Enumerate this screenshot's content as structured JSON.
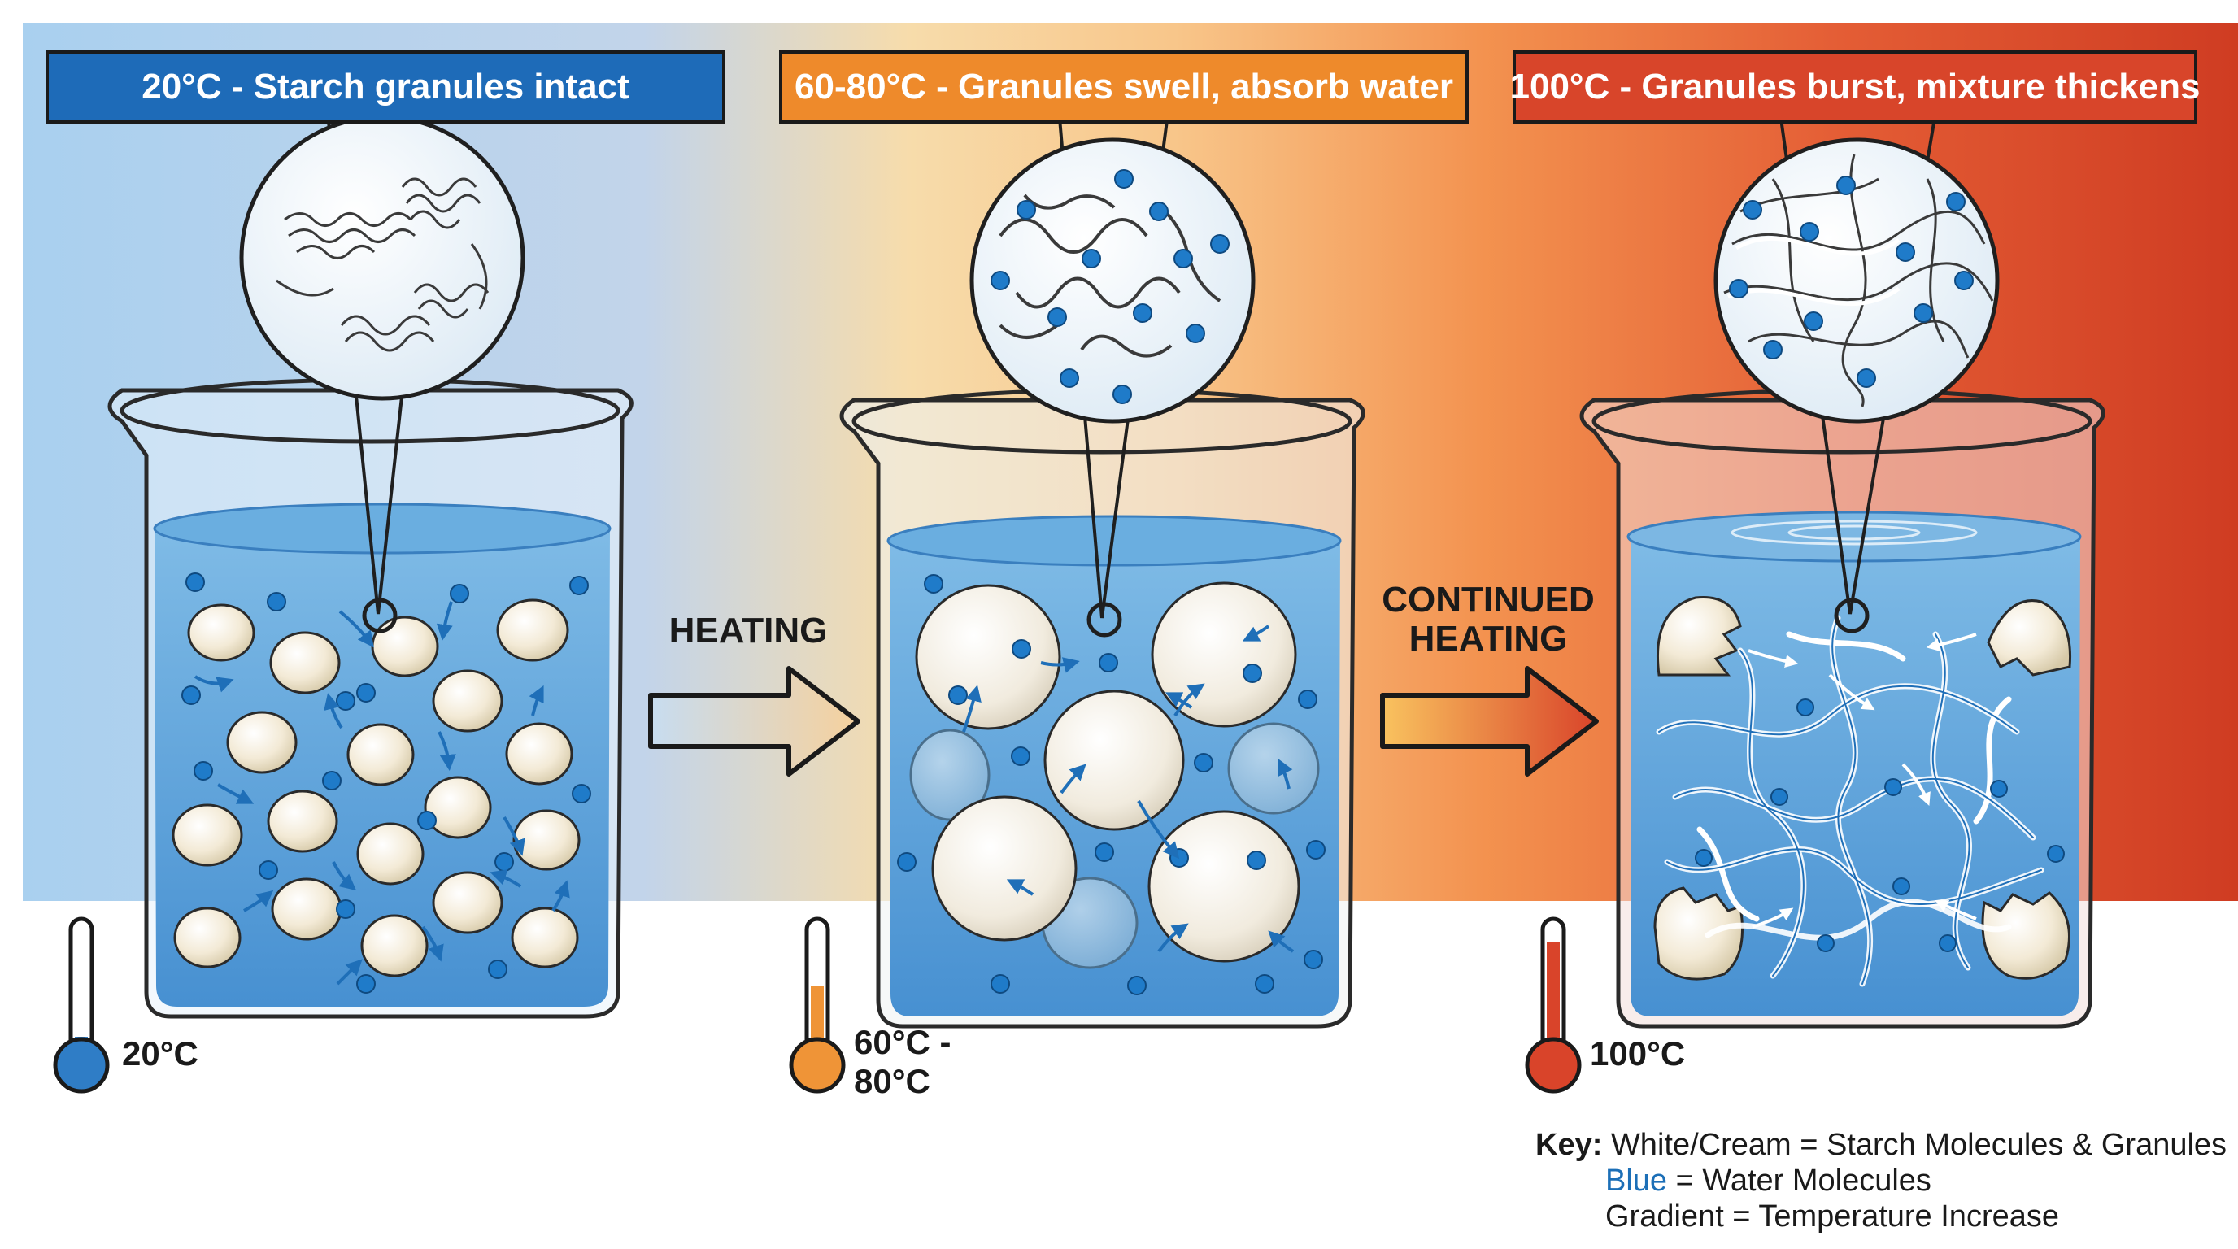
{
  "banners": [
    {
      "text": "20°C - Starch granules intact",
      "color": "#1e6bb8"
    },
    {
      "text": "60-80°C - Granules swell, absorb water",
      "color": "#ee8a2b"
    },
    {
      "text": "100°C - Granules burst, mixture thickens",
      "color": "#d8452a"
    }
  ],
  "arrows": [
    {
      "label": "HEATING"
    },
    {
      "label_line1": "CONTINUED",
      "label_line2": "HEATING"
    }
  ],
  "thermometers": [
    {
      "line1": "20°C",
      "line2": "",
      "level": 0.25,
      "color": "#2f7dc6"
    },
    {
      "line1": "60°C -",
      "line2": "80°C",
      "level": 0.6,
      "color": "#ef9437"
    },
    {
      "line1": "100°C",
      "line2": "",
      "level": 0.9,
      "color": "#d9442a"
    }
  ],
  "key": {
    "title": "Key:",
    "line1": "White/Cream = Starch Molecules & Granules",
    "line2_colored": "Blue",
    "line2_rest": " = Water Molecules",
    "line3": "Gradient = Temperature Increase"
  },
  "colors": {
    "water": "#5aa3dc",
    "water_dark": "#3c86c6",
    "granule": "#f3ead6",
    "water_molecule": "#1f7bc9",
    "gradient_cold": "#b6d6f0",
    "gradient_warm": "#f7c07c",
    "gradient_hot": "#d9482a"
  }
}
